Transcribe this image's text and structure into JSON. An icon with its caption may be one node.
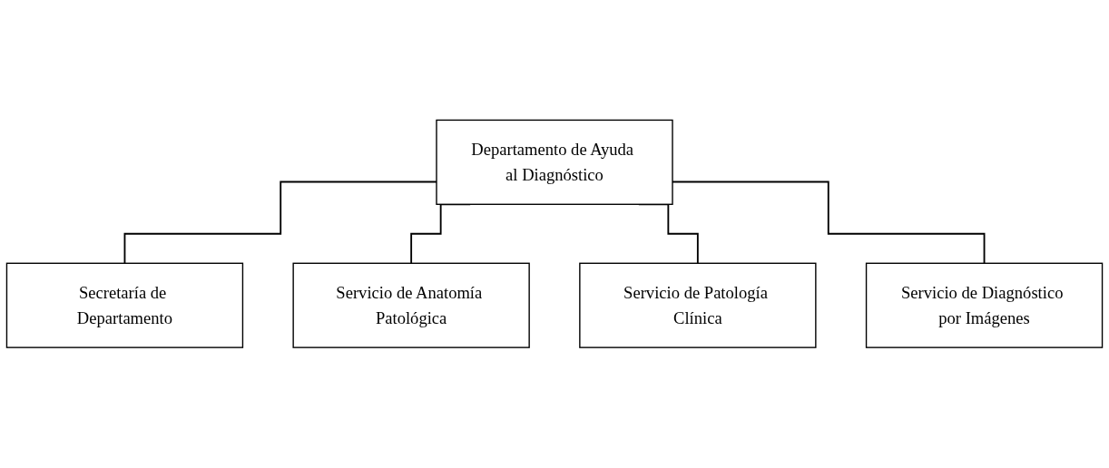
{
  "diagram": {
    "nodes": [
      {
        "text": [
          "Departamento de Ayuda al Diagnóstico"
        ]
      },
      {
        "text": [
          "Secretaría de Departamento"
        ]
      },
      {
        "text": [
          "Servicio de Anatomía Patológica"
        ]
      },
      {
        "text": [
          "Servicio de Patología Clínica"
        ]
      },
      {
        "text": [
          "Servicio de Diagnóstico por Imágenes"
        ]
      }
    ],
    "edges": [
      {
        "from": 0,
        "to": 1,
        "arrow": "none"
      },
      {
        "from": 0,
        "to": 2,
        "arrow": "none"
      },
      {
        "from": 0,
        "to": 3,
        "arrow": "none"
      },
      {
        "from": 0,
        "to": 4,
        "arrow": "none"
      }
    ]
  }
}
